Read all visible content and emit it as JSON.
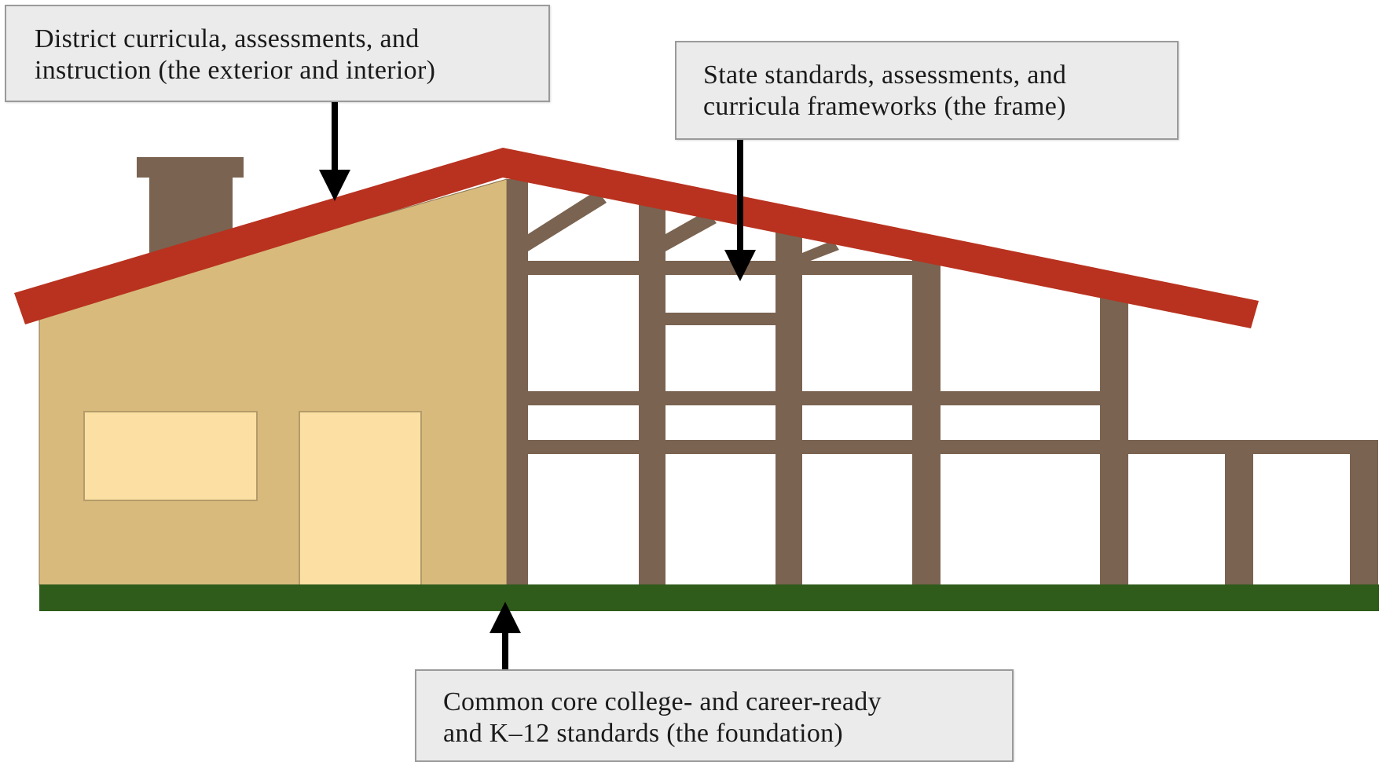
{
  "labels": {
    "district": {
      "line1": "District curricula, assessments, and",
      "line2": "instruction (the exterior and interior)"
    },
    "state": {
      "line1": "State standards, assessments, and",
      "line2": "curricula frameworks (the frame)"
    },
    "common_core": {
      "line1": "Common core college- and career-ready",
      "line2": "and K–12 standards (the foundation)"
    }
  },
  "colors": {
    "roof": "#b8321f",
    "wall": "#d8bb7c",
    "window": "#fbdfa3",
    "frame": "#7a6350",
    "chimney": "#7a6350",
    "foundation": "#2f5b1b",
    "label_box": "#ebebeb",
    "arrow": "#000000"
  }
}
